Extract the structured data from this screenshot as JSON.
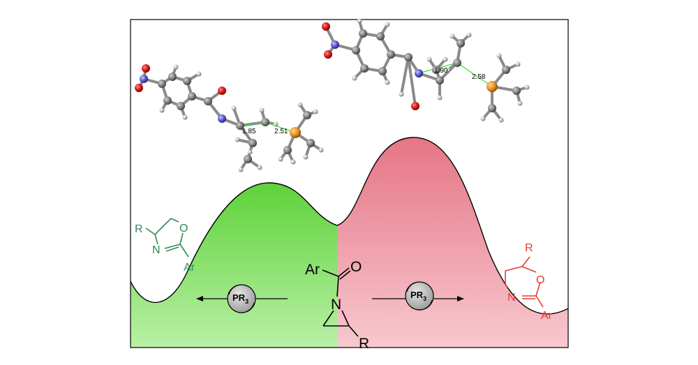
{
  "figure": {
    "left_structure": {
      "distances": [
        "1.85",
        "2.51"
      ],
      "color": "#2e8b57"
    },
    "right_structure": {
      "distances": [
        "1.90",
        "2.58"
      ],
      "color": "#e53935"
    },
    "left_product": {
      "substituent": "R",
      "ring_atoms": [
        "O",
        "N"
      ],
      "aryl": "Ar",
      "color": "#2e8b57"
    },
    "right_product": {
      "substituent": "R",
      "ring_atoms": [
        "O",
        "N"
      ],
      "aryl": "Ar",
      "color": "#e53935"
    },
    "reactant": {
      "aryl": "Ar",
      "oxygen": "O",
      "nitrogen": "N",
      "substituent": "R"
    },
    "catalyst": {
      "label": "PR",
      "subscript": "3"
    },
    "colors": {
      "green_path": "#7ed85a",
      "red_path": "#ec8f9c",
      "frame": "#000000"
    }
  }
}
